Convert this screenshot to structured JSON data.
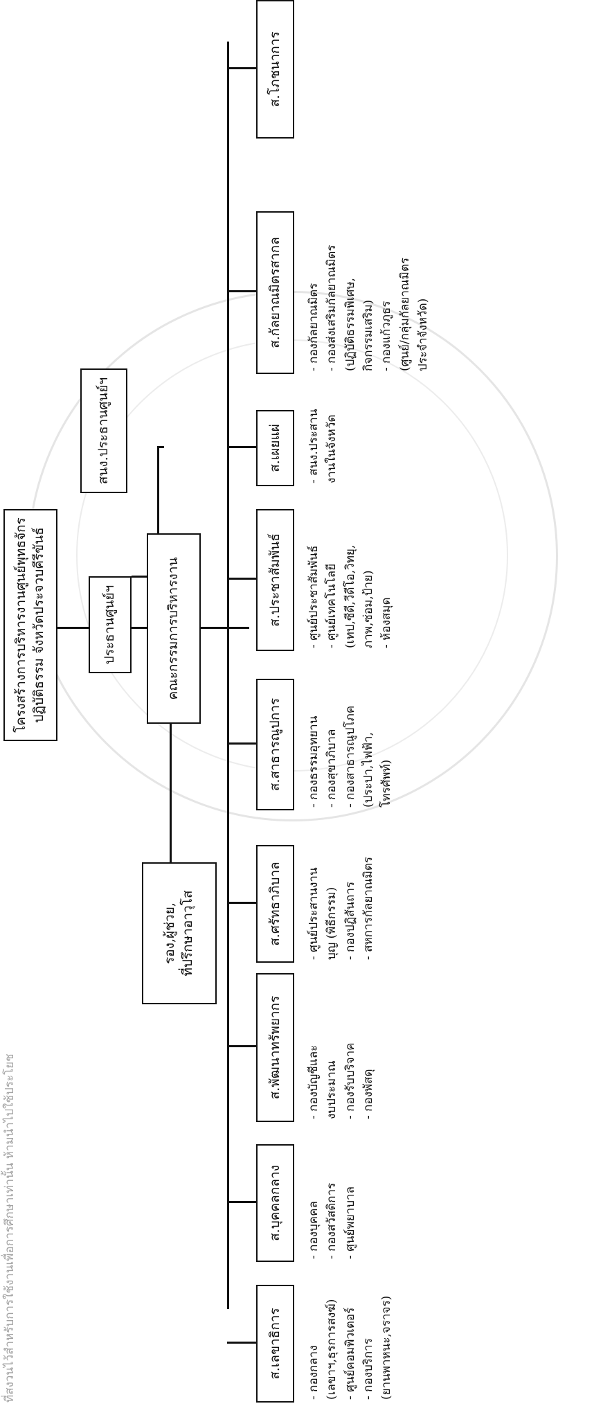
{
  "title_lines": [
    "โครงสร้างการบริหารงานศูนย์พุทธจักร",
    "ปฏิบัติธรรม จังหวัดประจวบคีรีขันธ์"
  ],
  "president": "ประธานศูนย์ฯ",
  "president_office": "สนง.ประธานศูนย์ฯ",
  "committee": "คณะกรรมการบริหารงาน",
  "advisor_lines": [
    "รอง,ผู้ช่วย,",
    "ที่ปรึกษาอาวุโส"
  ],
  "departments": [
    {
      "name": "ส.เลขาธิการ",
      "duties": [
        "- กองกลาง",
        "(เลขาฯ,ธุรการสงฆ์)",
        "- ศูนย์คอมพิวเตอร์",
        "- กองบริการ",
        "(ยานพาหนะ,จราจร)"
      ]
    },
    {
      "name": "ส.บุคคลกลาง",
      "duties": [
        "- กองบุคคล",
        "- กองสวัสดิการ",
        "- ศูนย์พยาบาล"
      ]
    },
    {
      "name": "ส.พัฒนาทรัพยากร",
      "duties": [
        "- กองบัญชีและ",
        "งบประมาณ",
        "- กองรับบริจาค",
        "- กองพัสดุ"
      ]
    },
    {
      "name": "ส.ศรัทธาภิบาล",
      "duties": [
        "- ศูนย์ประสานงาน",
        "บุญ (พิธีกรรม)",
        "- กองปฏิสันถาร",
        "- สหการกัลยาณมิตร"
      ]
    },
    {
      "name": "ส.สาธารณูปการ",
      "duties": [
        "- กองธรรมอุทยาน",
        "- กองสุขาภิบาล",
        "- กองสาธารณูปโภค",
        "(ประปา,ไฟฟ้า,",
        "โทรศัพท์)"
      ]
    },
    {
      "name": "ส.ประชาสัมพันธ์",
      "duties": [
        "- ศูนย์ประชาสัมพันธ์",
        "- ศูนย์เทคโนโลยี",
        "(เทป,ซีดี,วีดีโอ,วิทยุ,",
        "ภาพ,ซ่อม,ป้าย)",
        "- ห้องสมุด"
      ]
    },
    {
      "name": "ส.เผยแผ่",
      "duties": [
        "- สนง.ประสาน",
        "งานในจังหวัด"
      ]
    },
    {
      "name": "ส.กัลยาณมิตรสากล",
      "duties": [
        "- กองกัลยาณมิตร",
        "- กองส่งเสริมกัลยาณมิตร",
        "(ปฏิบัติธรรมพิเศษ,",
        "กิจกรรมเสริม)",
        "- กองแก้วภูธร",
        "(ศูนย์/กลุ่มกัลยาณมิตร",
        "ประจำจังหวัด)"
      ]
    },
    {
      "name": "ส.โภชนาการ",
      "duties": []
    }
  ],
  "footer_lines": [
    "ที่สงวนไว้สำหรับการใช้งานเพื่อการศึกษาเท่านั้น ห้ามนำไปใช้ประโยช"
  ],
  "colors": {
    "line": "#111111",
    "box_border": "#111111",
    "watermark": "#b0b0b0"
  }
}
